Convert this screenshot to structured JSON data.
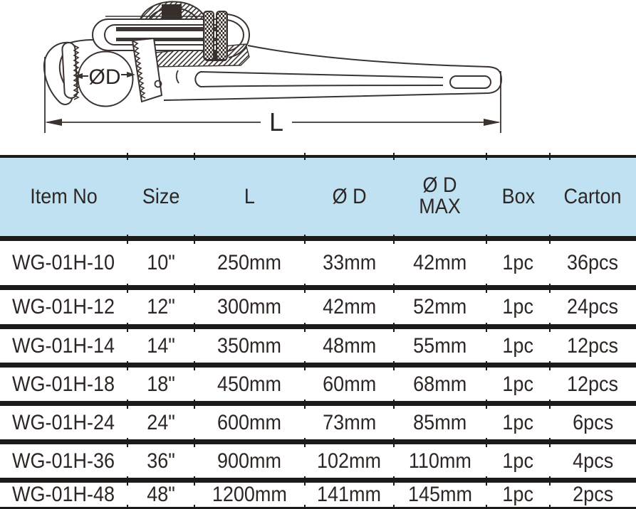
{
  "drawing": {
    "dia_label": "ØD",
    "length_label": "L"
  },
  "table": {
    "columns": [
      {
        "label": "Item No"
      },
      {
        "label": "Size"
      },
      {
        "label": "L"
      },
      {
        "label": "Ø D"
      },
      {
        "label": "Ø D",
        "label2": "MAX"
      },
      {
        "label": "Box"
      },
      {
        "label": "Carton"
      }
    ],
    "rows": [
      [
        "WG-01H-10",
        "10\"",
        "250mm",
        "33mm",
        "42mm",
        "1pc",
        "36pcs"
      ],
      [
        "WG-01H-12",
        "12\"",
        "300mm",
        "42mm",
        "52mm",
        "1pc",
        "24pcs"
      ],
      [
        "WG-01H-14",
        "14\"",
        "350mm",
        "48mm",
        "55mm",
        "1pc",
        "12pcs"
      ],
      [
        "WG-01H-18",
        "18\"",
        "450mm",
        "60mm",
        "68mm",
        "1pc",
        "12pcs"
      ],
      [
        "WG-01H-24",
        "24\"",
        "600mm",
        "73mm",
        "85mm",
        "1pc",
        "6pcs"
      ],
      [
        "WG-01H-36",
        "36\"",
        "900mm",
        "102mm",
        "110mm",
        "1pc",
        "4pcs"
      ],
      [
        "WG-01H-48",
        "48\"",
        "1200mm",
        "141mm",
        "145mm",
        "1pc",
        "2pcs"
      ]
    ]
  },
  "colors": {
    "header_bg": "#bfe1f2",
    "rule": "#1c1b1a",
    "line_art": "#3b3330",
    "text": "#2d2624"
  }
}
